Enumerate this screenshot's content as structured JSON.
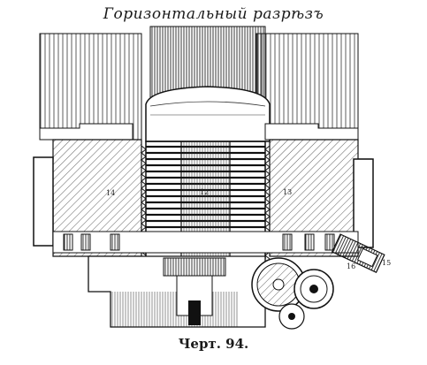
{
  "figure": {
    "title": "Горизонтальный разрѣзъ",
    "caption": "Черт. 94.",
    "part_labels": {
      "left_block": "14",
      "center_column": "12",
      "right_block": "13",
      "gear_right": "16",
      "pinion_tag": "15"
    }
  },
  "colors": {
    "ink": "#1a1a1a",
    "paper": "#ffffff"
  }
}
